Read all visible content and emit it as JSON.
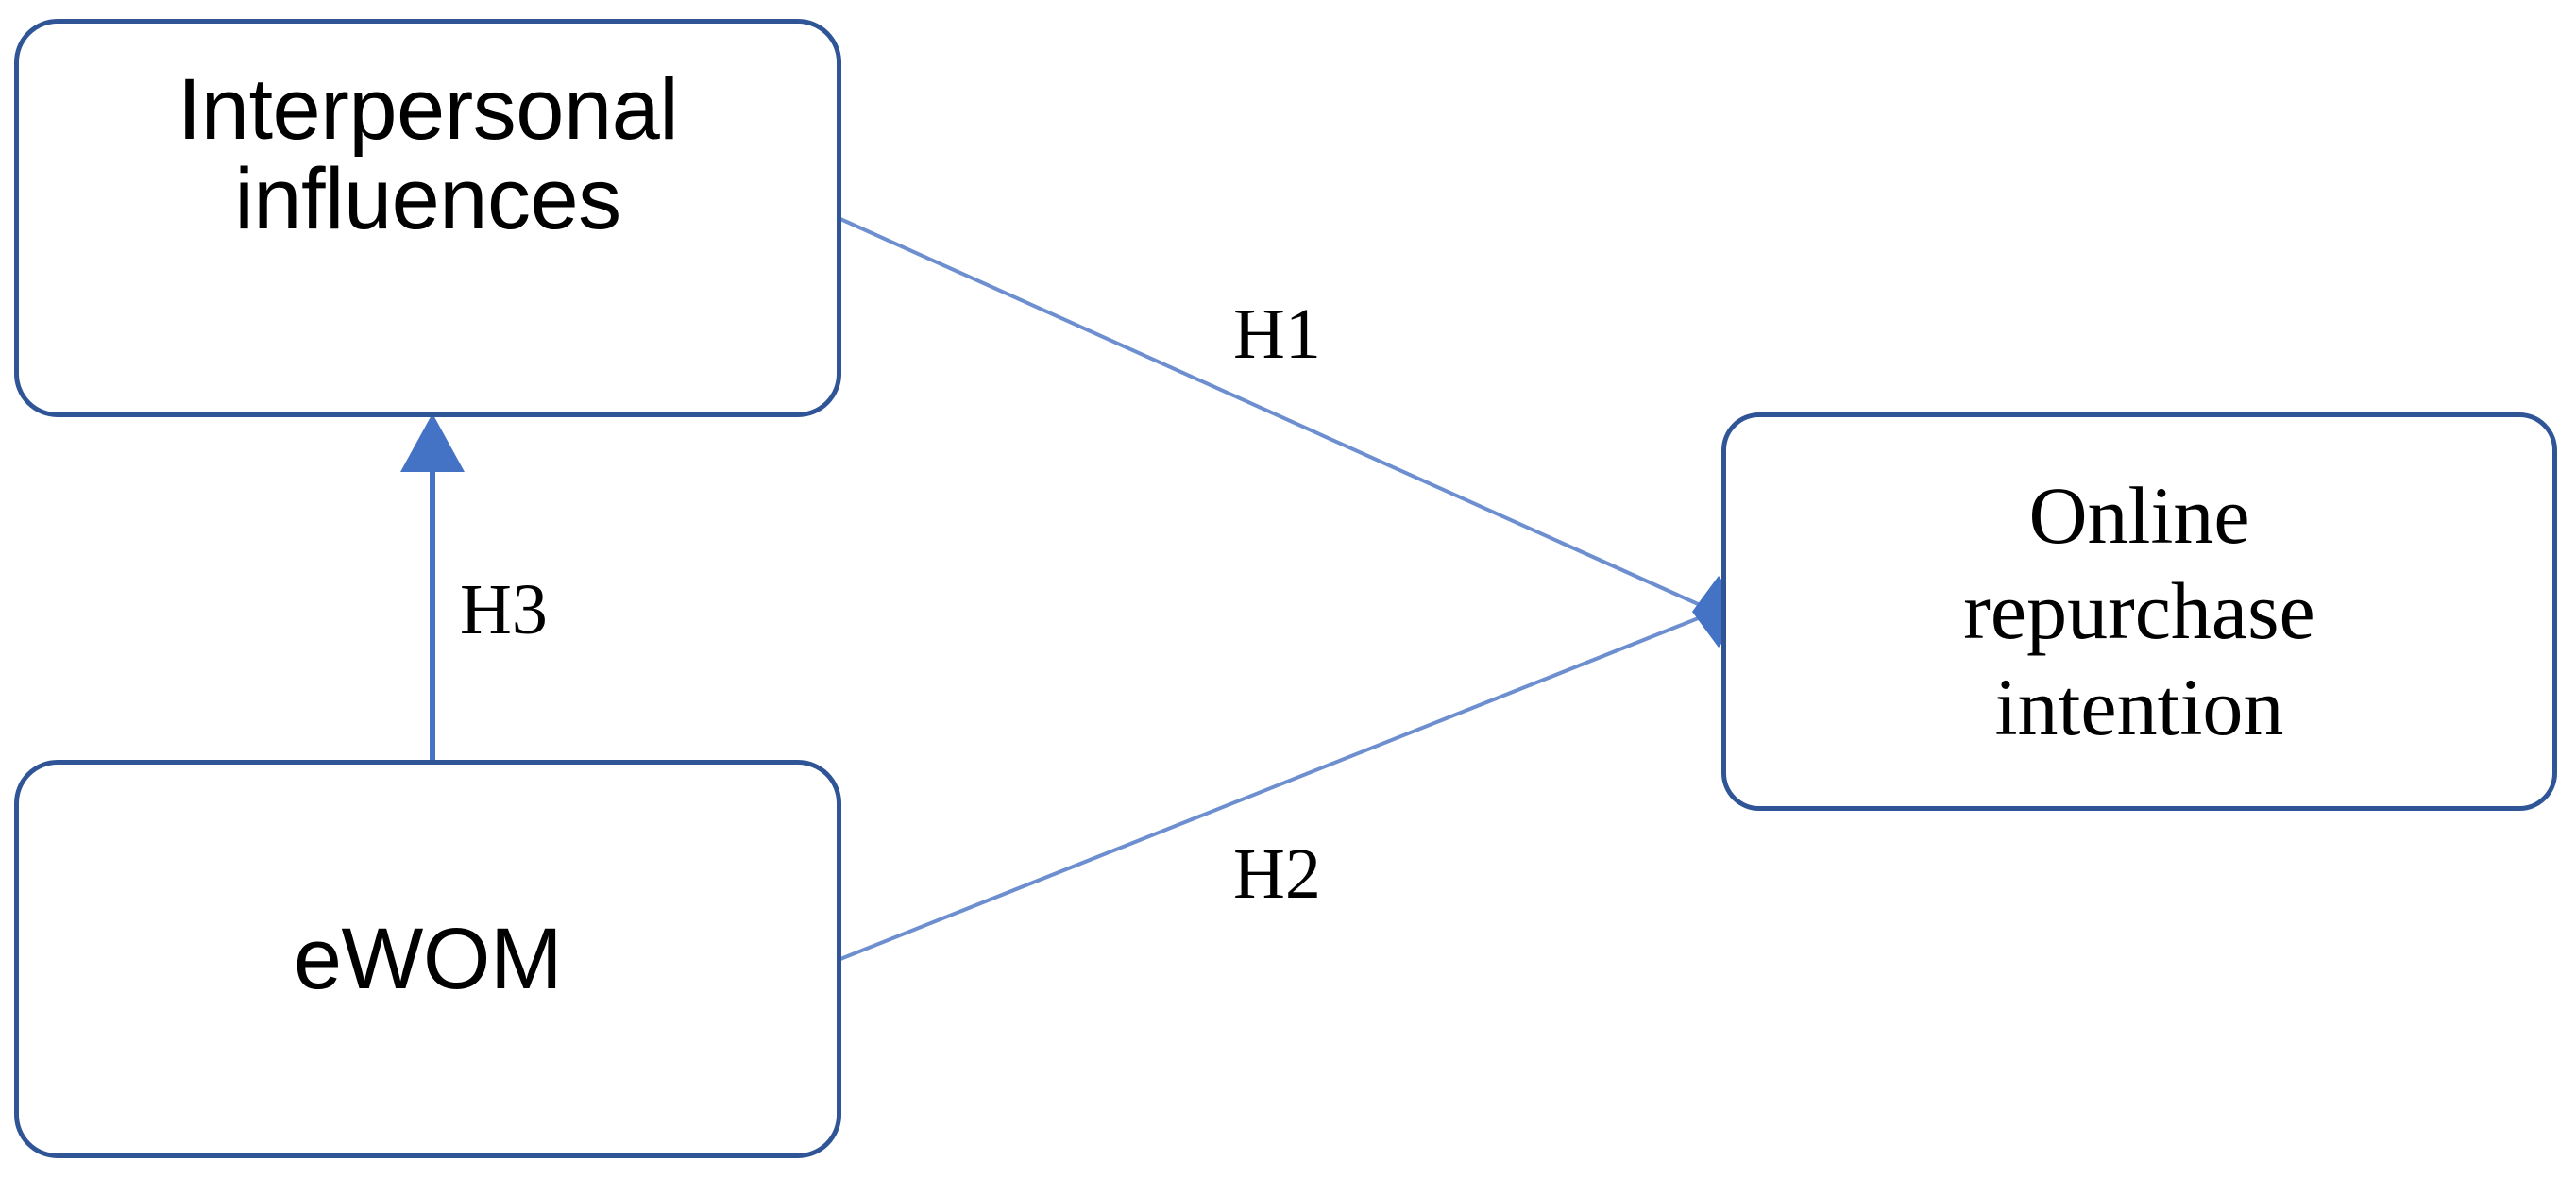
{
  "diagram": {
    "type": "conceptual-research-model",
    "background_color": "#ffffff",
    "node_border_color": "#2f5597",
    "edge_color": "#6d8fd0",
    "text_color": "#000000",
    "nodes": [
      {
        "id": "interpersonal",
        "label": "Interpersonal\ninfluences",
        "role": "independent-variable"
      },
      {
        "id": "ewom",
        "label": "eWOM",
        "role": "independent-variable"
      },
      {
        "id": "online",
        "label": "Online\nrepurchase\nintention",
        "role": "dependent-variable"
      }
    ],
    "edges": [
      {
        "id": "h1",
        "label": "H1",
        "from": "interpersonal",
        "to": "online",
        "arrowhead": "diamond"
      },
      {
        "id": "h2",
        "label": "H2",
        "from": "ewom",
        "to": "online",
        "arrowhead": "diamond"
      },
      {
        "id": "h3",
        "label": "H3",
        "from": "ewom",
        "to": "interpersonal",
        "arrowhead": "triangle"
      }
    ]
  }
}
